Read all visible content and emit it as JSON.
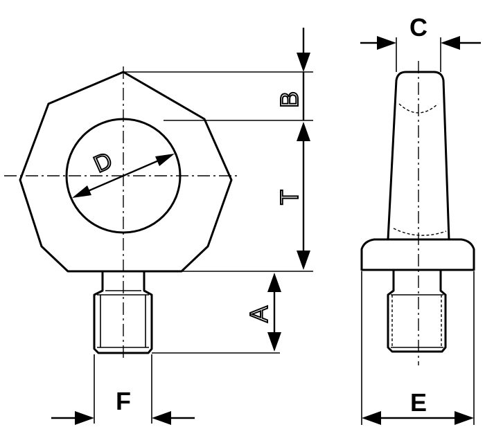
{
  "labels": {
    "A": "A",
    "B": "B",
    "C": "C",
    "D": "D",
    "E": "E",
    "F": "F",
    "T": "T"
  }
}
